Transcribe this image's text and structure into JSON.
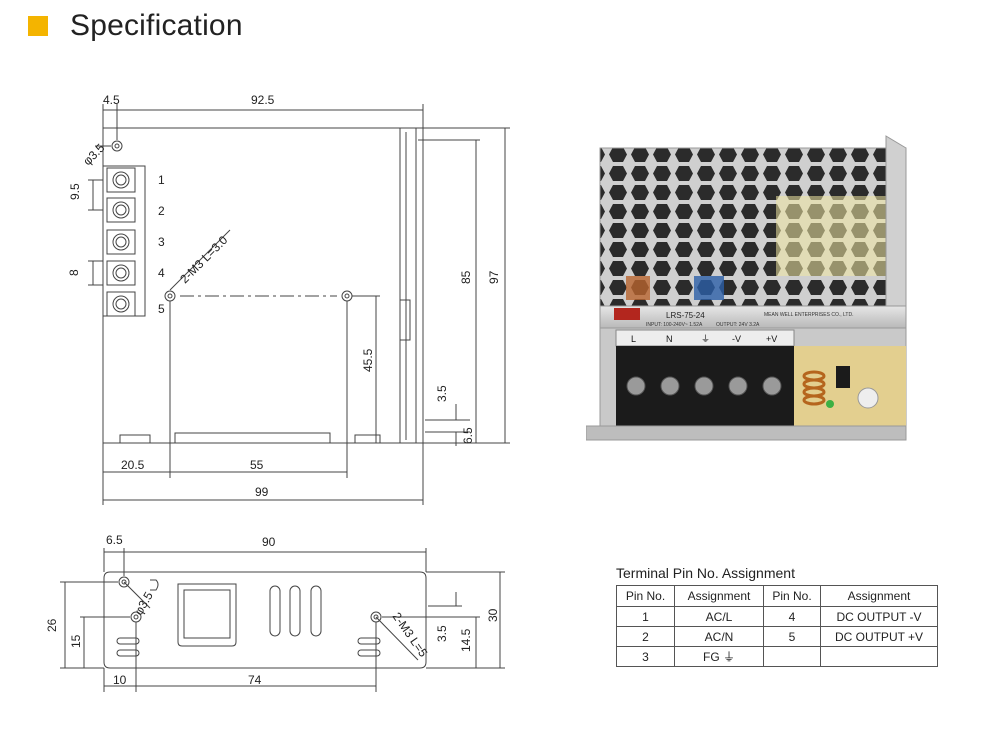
{
  "header": {
    "title": "Specification",
    "accent": "#f4b400"
  },
  "top_view": {
    "dims": {
      "d4_5": "4.5",
      "d92_5": "92.5",
      "d3_5_hole": "φ3.5",
      "d9_5": "9.5",
      "d8": "8",
      "d85": "85",
      "d97": "97",
      "d45_5": "45.5",
      "d3_5": "3.5",
      "d6_5": "6.5",
      "d20_5": "20.5",
      "d55": "55",
      "d99": "99",
      "screw": "2-M3 L=3.0"
    },
    "terminal_numbers": [
      "1",
      "2",
      "3",
      "4",
      "5"
    ]
  },
  "side_view": {
    "dims": {
      "d6_5": "6.5",
      "d90": "90",
      "d3_5_hole": "φ3.5",
      "d26": "26",
      "d15": "15",
      "d30": "30",
      "d3_5": "3.5",
      "d14_5": "14.5",
      "d10": "10",
      "d74": "74",
      "screw": "2-M3 L=5"
    }
  },
  "photo": {
    "model": "LRS-75-24",
    "maker": "MEAN WELL ENTERPRISES CO., LTD.",
    "input": "INPUT: 100-240V~  1.52A",
    "output": "OUTPUT: 24V  3.2A",
    "terminals": [
      "L",
      "N",
      "⏚",
      "-V",
      "+V"
    ]
  },
  "pin_table": {
    "title": "Terminal Pin No.  Assignment",
    "headers": [
      "Pin No.",
      "Assignment",
      "Pin No.",
      "Assignment"
    ],
    "rows": [
      {
        "pin1": "1",
        "assign1": "AC/L",
        "pin2": "4",
        "assign2": "DC OUTPUT -V"
      },
      {
        "pin1": "2",
        "assign1": "AC/N",
        "pin2": "5",
        "assign2": "DC OUTPUT +V"
      },
      {
        "pin1": "3",
        "assign1": "FG ⏚",
        "pin2": "",
        "assign2": ""
      }
    ]
  }
}
